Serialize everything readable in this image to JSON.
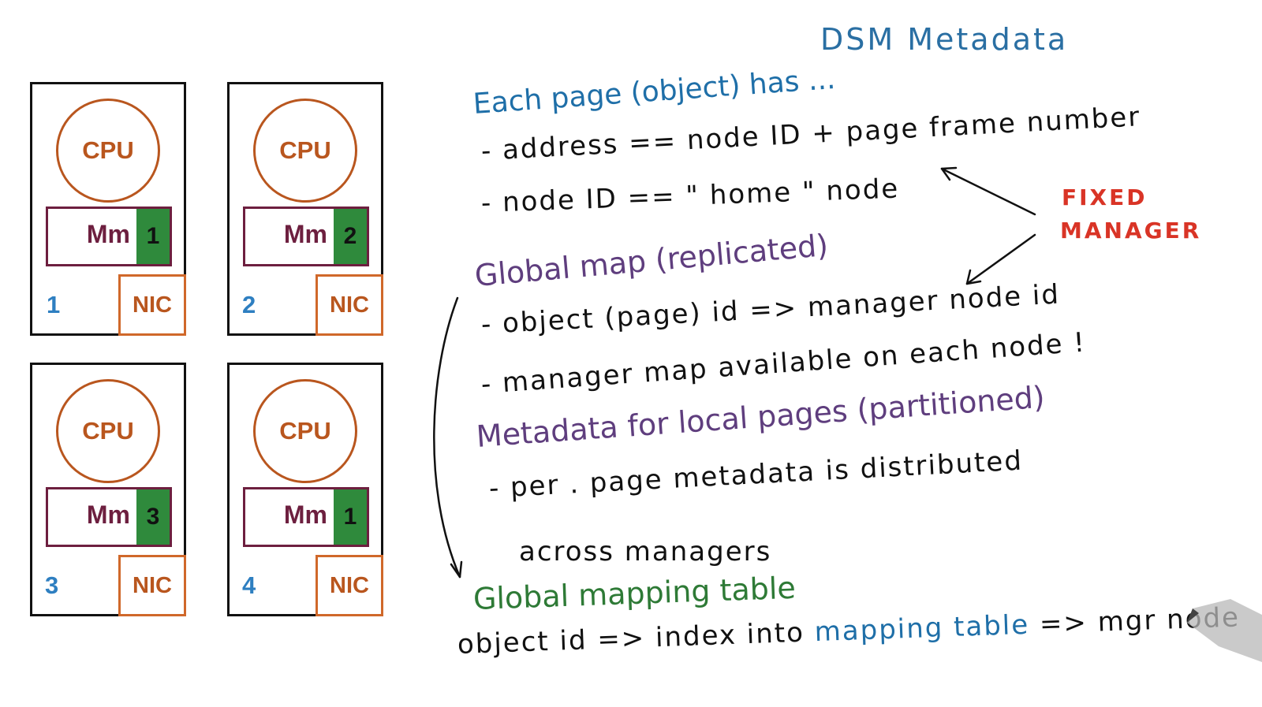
{
  "title": "DSM Metadata",
  "nodes": [
    {
      "cpu": "CPU",
      "mm": "Mm",
      "mm_num": "1",
      "nic": "NIC",
      "id": "1"
    },
    {
      "cpu": "CPU",
      "mm": "Mm",
      "mm_num": "2",
      "nic": "NIC",
      "id": "2"
    },
    {
      "cpu": "CPU",
      "mm": "Mm",
      "mm_num": "3",
      "nic": "NIC",
      "id": "3"
    },
    {
      "cpu": "CPU",
      "mm": "Mm",
      "mm_num": "1",
      "nic": "NIC",
      "id": "4"
    }
  ],
  "notes": {
    "each_page": "Each page (object) has ...",
    "address": "- address == node ID + page frame number",
    "node_id": "- node ID == \" home \" node",
    "fixed_manager_1": "FIXED",
    "fixed_manager_2": "MANAGER",
    "global_map": "Global map (replicated)",
    "object_page_id": "- object (page) id => manager node id",
    "manager_map": "- manager map available on each node !",
    "metadata_local": "Metadata for local pages (partitioned)",
    "per_page": "- per . page metadata is distributed",
    "across": "across managers",
    "global_mapping_table": "Global mapping table",
    "object_id_1": "object id => index into",
    "object_id_2": "mapping table",
    "object_id_3": "=> mgr node"
  },
  "colors": {
    "cpu": "#b9561e",
    "memory": "#6d1f3f",
    "memory_number_fill": "#2f8a3c",
    "node_id": "#2e7fc1",
    "blue_text": "#1f6fa8",
    "purple_text": "#5f3e7e",
    "green_text": "#2e7a36",
    "red_text": "#d93426"
  }
}
